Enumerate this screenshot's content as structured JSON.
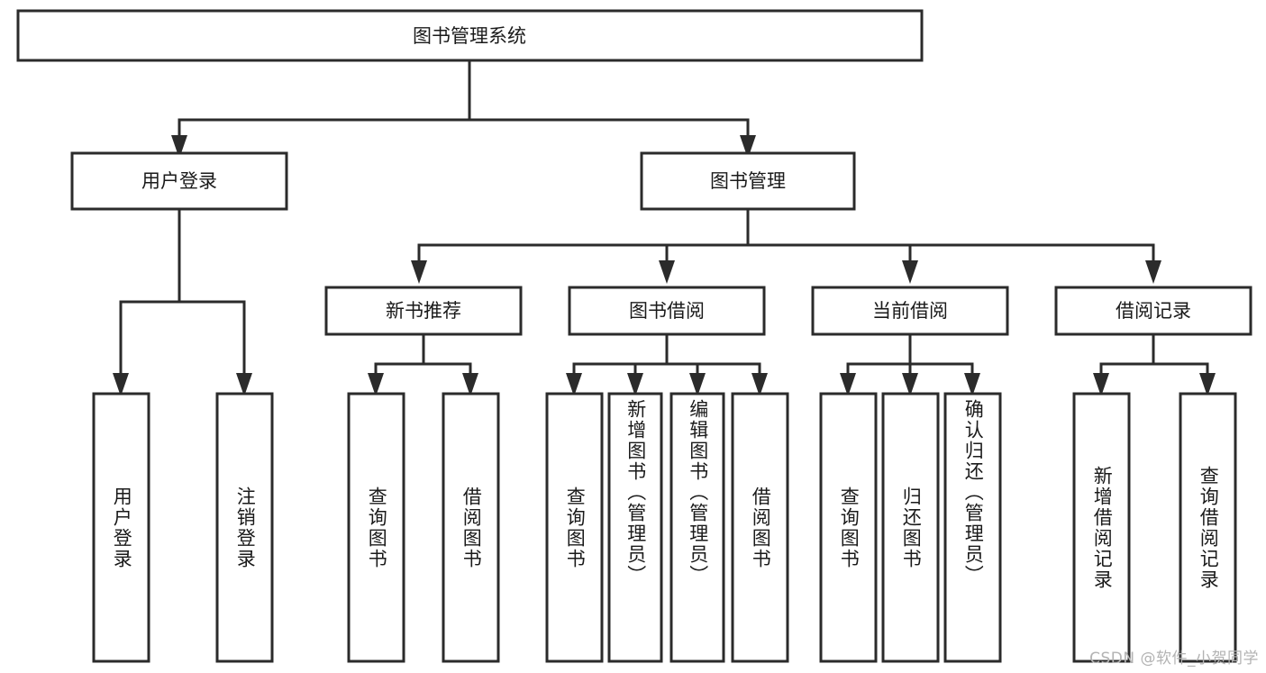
{
  "diagram": {
    "type": "tree",
    "title": "图书管理系统",
    "watermark": "CSDN @软件_小贺同学",
    "root": {
      "label": "图书管理系统"
    },
    "level2": [
      {
        "label": "用户登录"
      },
      {
        "label": "图书管理"
      }
    ],
    "level3": [
      {
        "label": "新书推荐"
      },
      {
        "label": "图书借阅"
      },
      {
        "label": "当前借阅"
      },
      {
        "label": "借阅记录"
      }
    ],
    "leaves": [
      {
        "label": "用户登录",
        "align": "center"
      },
      {
        "label": "注销登录",
        "align": "center"
      },
      {
        "label": "查询图书",
        "align": "center"
      },
      {
        "label": "借阅图书",
        "align": "center"
      },
      {
        "label": "查询图书",
        "align": "center"
      },
      {
        "label": "新增图书（管理员）",
        "align": "top"
      },
      {
        "label": "编辑图书（管理员）",
        "align": "top"
      },
      {
        "label": "借阅图书",
        "align": "center"
      },
      {
        "label": "查询图书",
        "align": "center"
      },
      {
        "label": "归还图书",
        "align": "center"
      },
      {
        "label": "确认归还（管理员）",
        "align": "top"
      },
      {
        "label": "新增借阅记录",
        "align": "center"
      },
      {
        "label": "查询借阅记录",
        "align": "center"
      }
    ],
    "colors": {
      "stroke": "#2b2b2b",
      "fill": "#ffffff",
      "text": "#1a1a1a",
      "watermark": "#b3b3b3"
    }
  }
}
